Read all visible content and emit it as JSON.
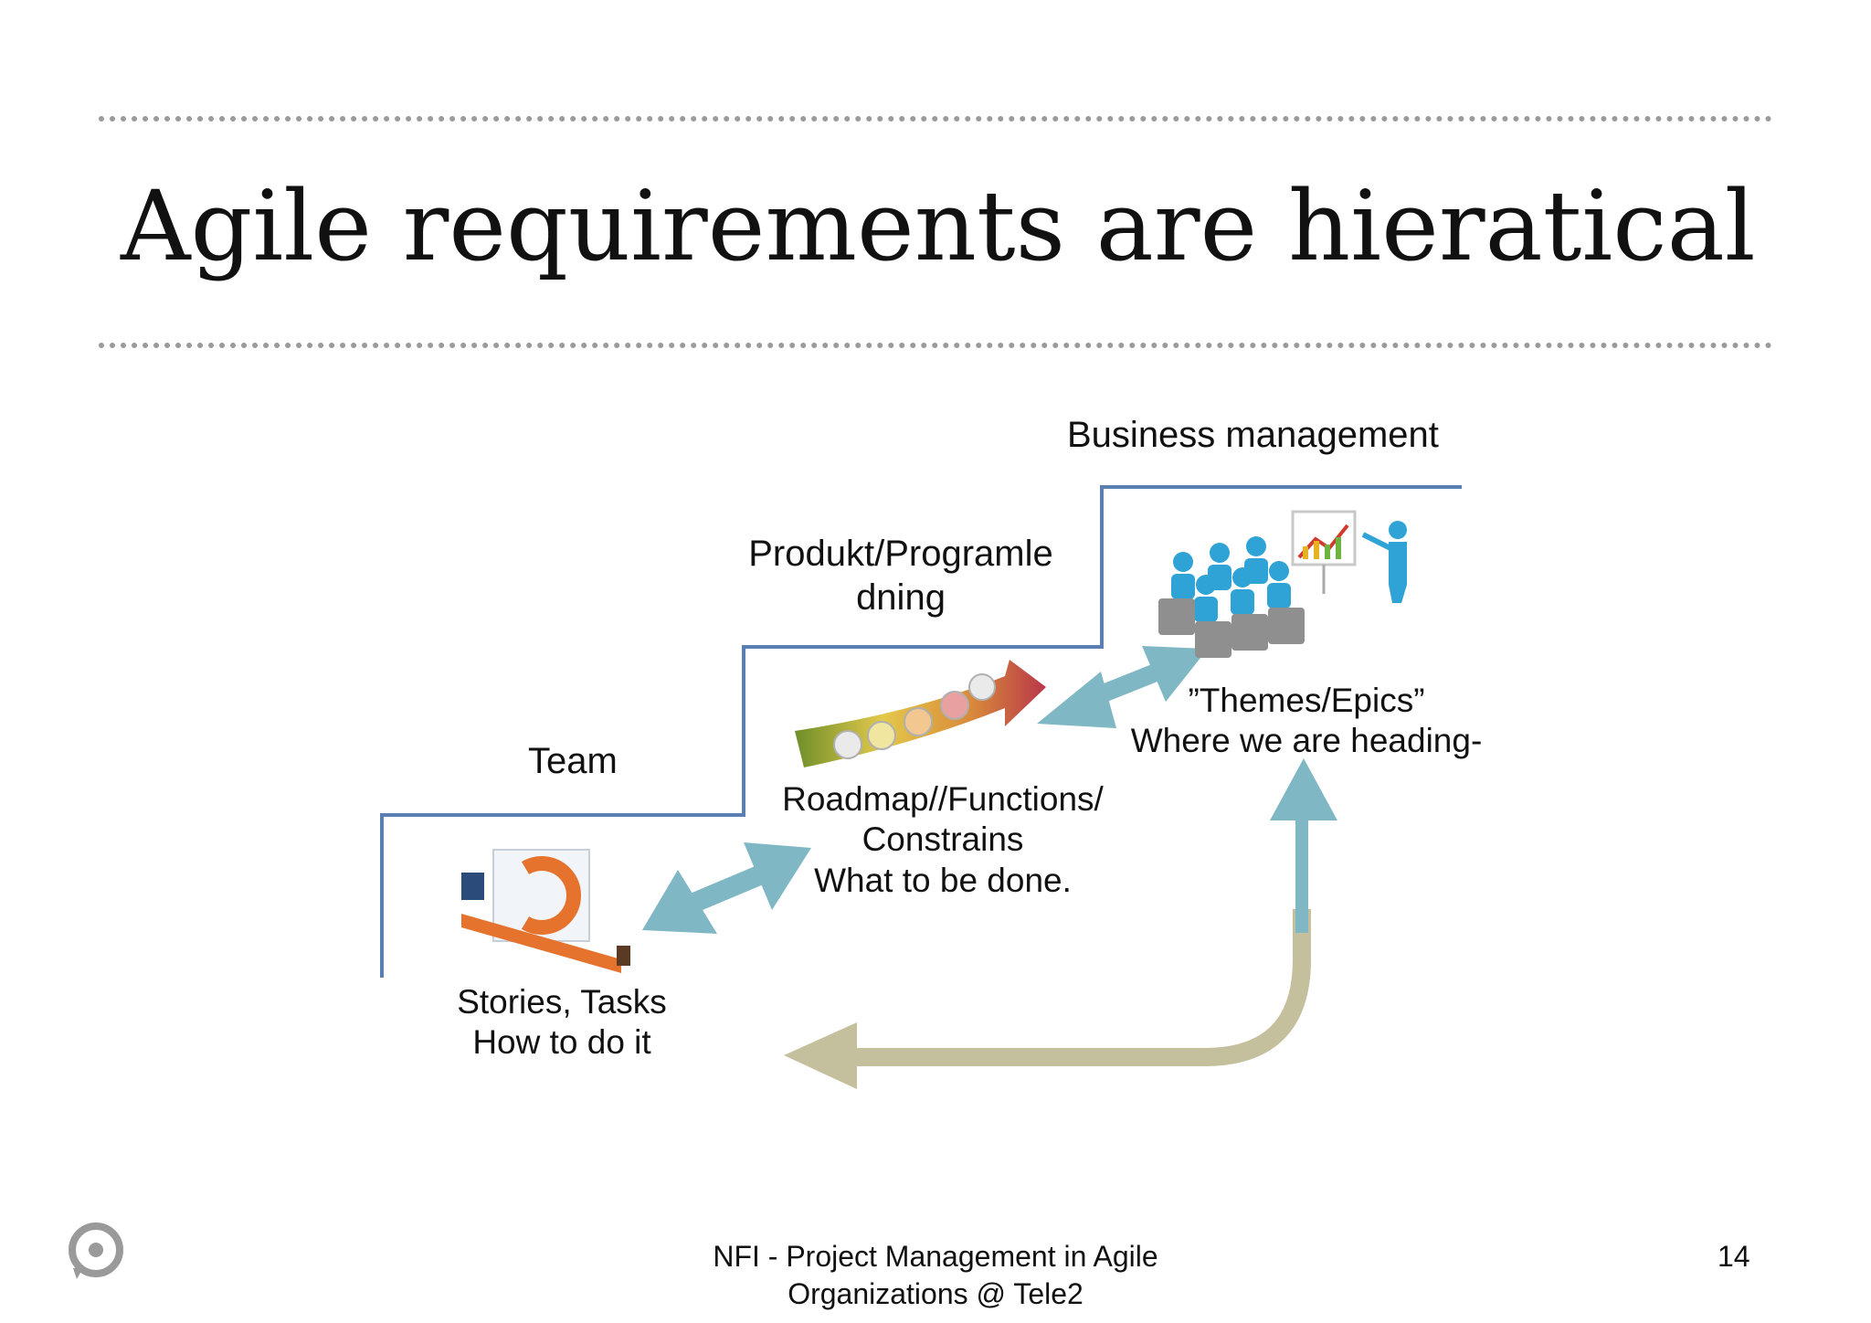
{
  "slide": {
    "title": "Agile requirements are hieratical",
    "page_number": "14"
  },
  "diagram": {
    "levels": {
      "business": "Business management",
      "product_line1": "Produkt/Programle",
      "product_line2": "dning",
      "team": "Team"
    },
    "themes": {
      "line1": "”Themes/Epics”",
      "line2": "Where we are heading-"
    },
    "roadmap": {
      "line1": "Roadmap//Functions/",
      "line2": "Constrains",
      "line3": "What to be done."
    },
    "stories": {
      "line1": "Stories, Tasks",
      "line2": "How to do it"
    },
    "colors": {
      "step_line": "#5b7fb5",
      "double_arrow": "#7fb7c4",
      "feedback_arrow": "#c4bf9c"
    }
  },
  "footer": {
    "line1": "NFI - Project Management in Agile",
    "line2": "Organizations @ Tele2"
  }
}
